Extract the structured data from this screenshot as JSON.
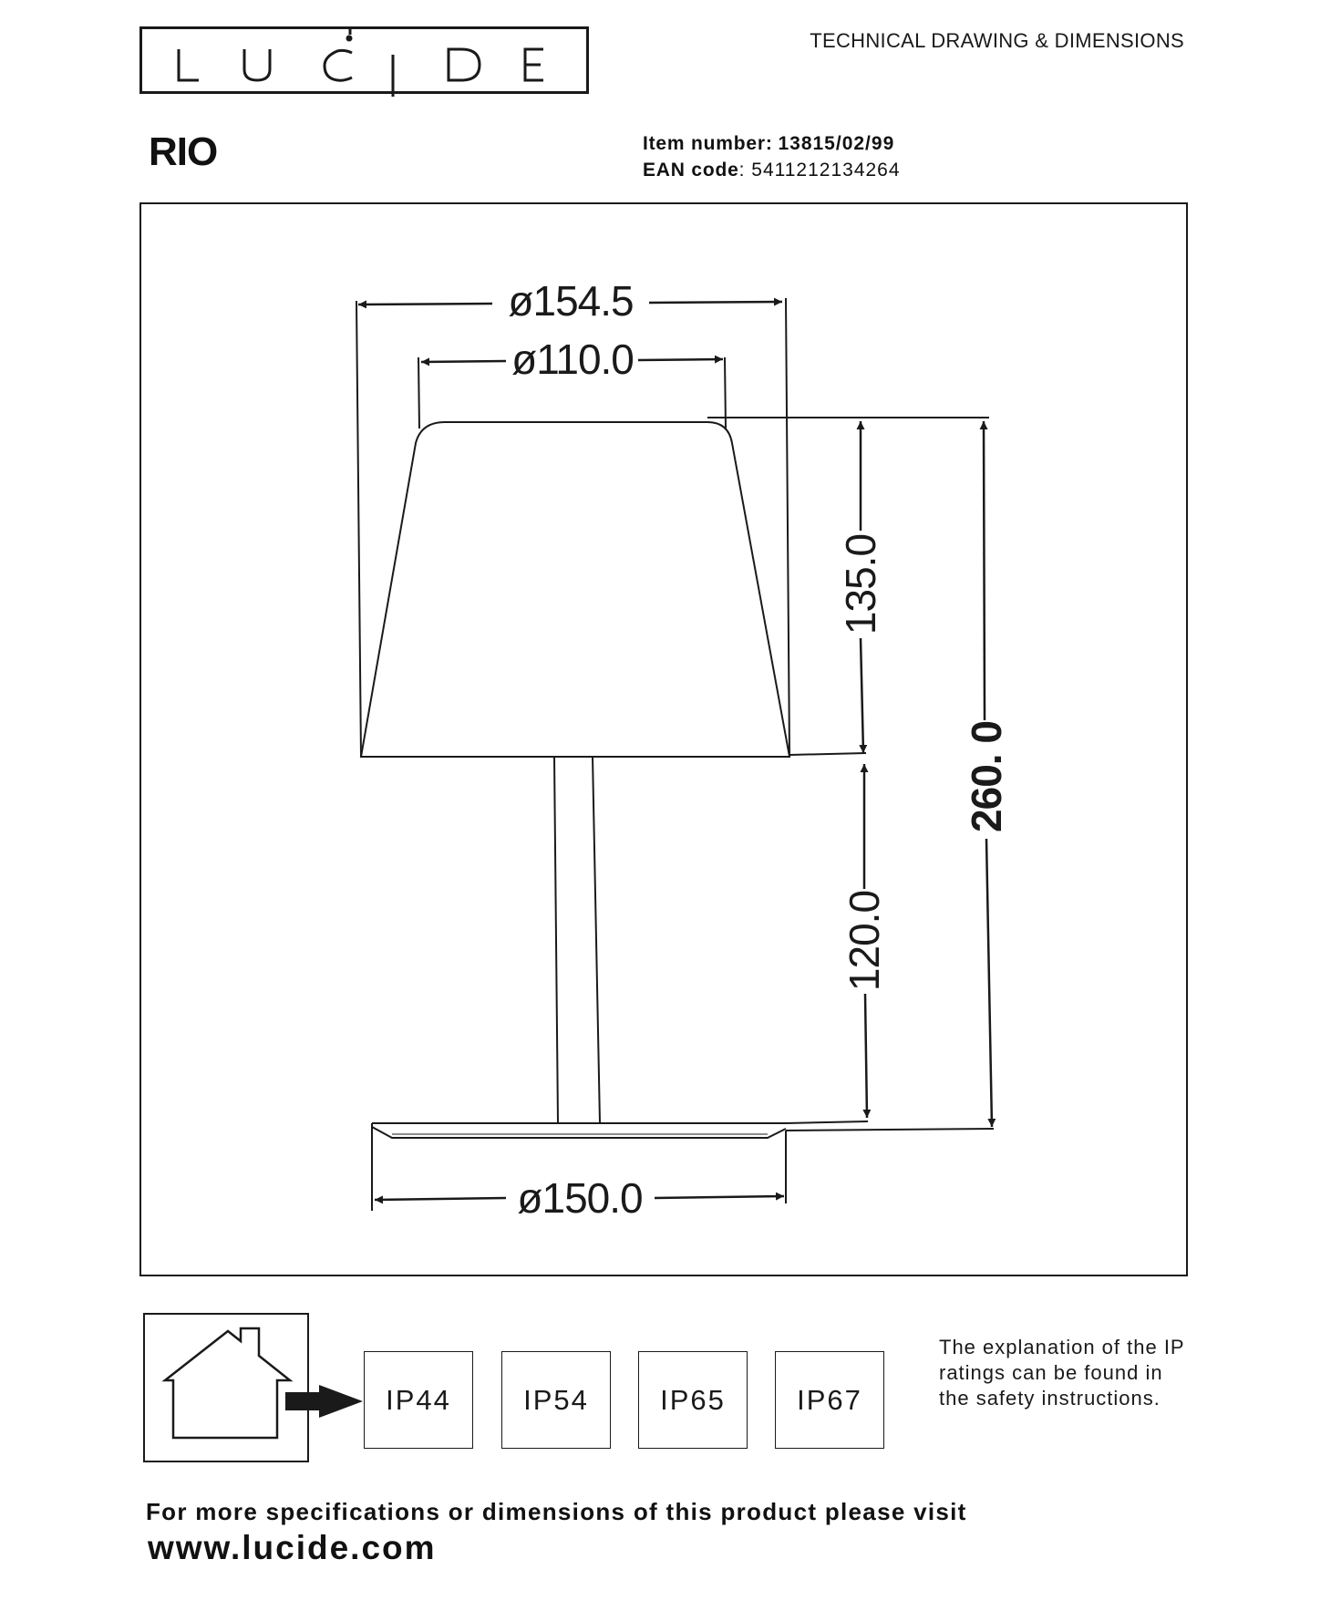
{
  "header": {
    "logo_text": "LUCIDE",
    "doc_heading": "TECHNICAL DRAWING & DIMENSIONS"
  },
  "product": {
    "name": "RIO",
    "item_label": "Item number:",
    "item_number": "13815/02/99",
    "ean_label": "EAN code",
    "ean_value": ": 5411212134264"
  },
  "dimensions": {
    "shade_outer_diameter": "ø154.5",
    "shade_inner_diameter": "ø110.0",
    "shade_height": "135.0",
    "total_height": "260. 0",
    "stem_height": "120.0",
    "base_diameter": "ø150.0"
  },
  "ip_ratings": {
    "items": [
      "IP44",
      "IP54",
      "IP65",
      "IP67"
    ],
    "note": "The explanation of the IP ratings can be found in the safety instructions.",
    "icon": "house-icon"
  },
  "footer": {
    "text": "For more specifications or dimensions of this product please visit",
    "url": "www.lucide.com"
  }
}
